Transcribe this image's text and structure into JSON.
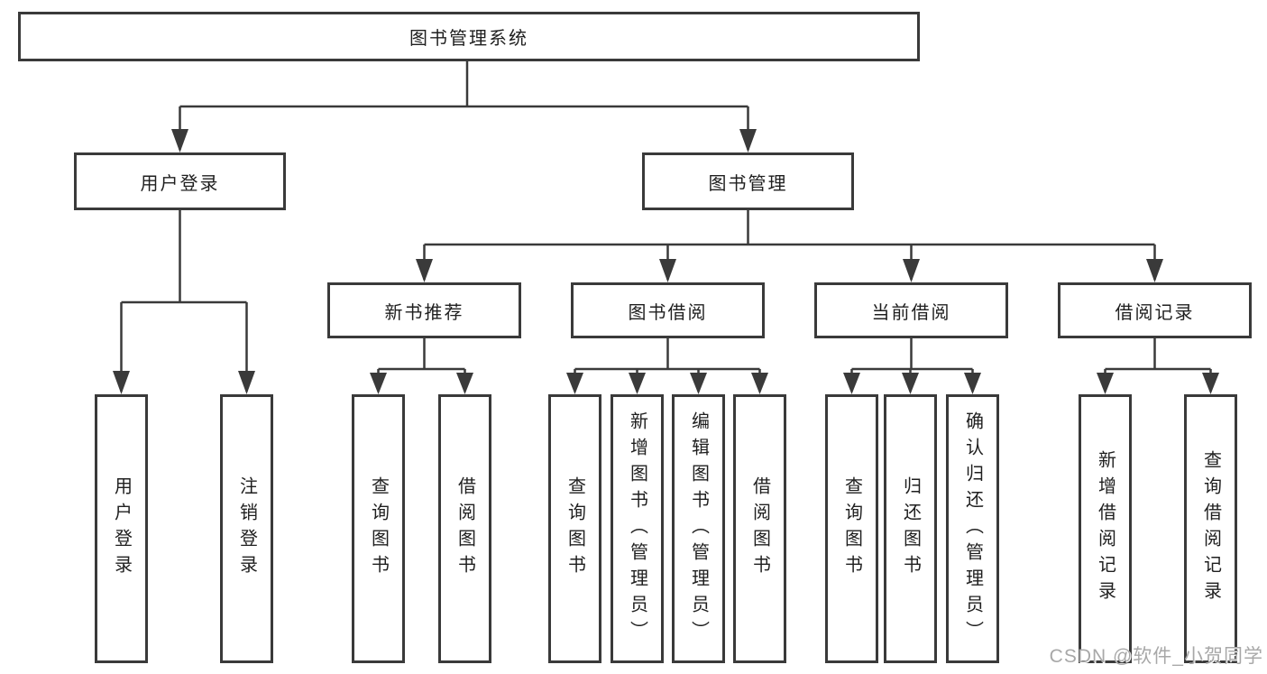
{
  "colors": {
    "line": "#3a3a3a",
    "box_border": "#3a3a3a",
    "text": "#1f1f1f",
    "background": "#ffffff",
    "watermark": "#a8a8a8"
  },
  "nodes": {
    "root": {
      "label": "图书管理系统"
    },
    "level2": [
      {
        "label": "用户登录"
      },
      {
        "label": "图书管理"
      }
    ],
    "level3": [
      {
        "label": "新书推荐"
      },
      {
        "label": "图书借阅"
      },
      {
        "label": "当前借阅"
      },
      {
        "label": "借阅记录"
      }
    ],
    "leaves": {
      "user_login_group": [
        "用户登录",
        "注销登录"
      ],
      "new_book_group": [
        "查询图书",
        "借阅图书"
      ],
      "book_borrow_group": [
        "查询图书",
        "新增图书（管理员）",
        "编辑图书（管理员）",
        "借阅图书"
      ],
      "current_borrow_group": [
        "查询图书",
        "归还图书",
        "确认归还（管理员）"
      ],
      "borrow_record_group": [
        "新增借阅记录",
        "查询借阅记录"
      ]
    }
  },
  "watermark": {
    "text": "CSDN @软件_小贺同学"
  }
}
